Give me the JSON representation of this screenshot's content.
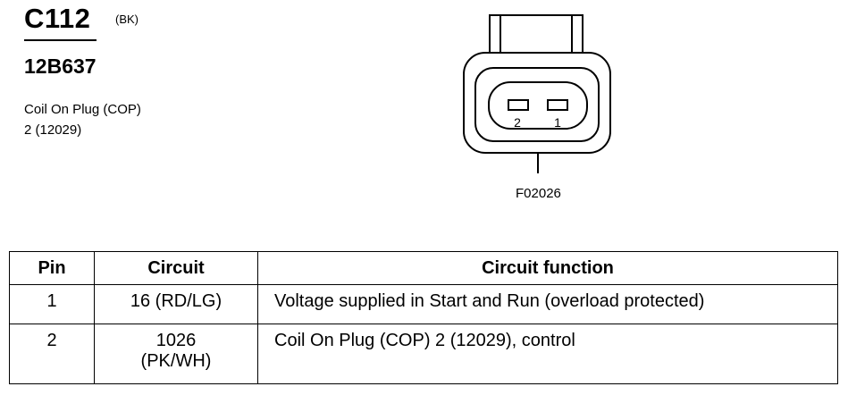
{
  "connector": {
    "id": "C112",
    "color_code": "(BK)",
    "part_number": "12B637",
    "description_line1": "Coil On Plug (COP)",
    "description_line2": "2 (12029)"
  },
  "diagram": {
    "pin_labels": [
      "2",
      "1"
    ],
    "figure_id": "F02026"
  },
  "table": {
    "headers": [
      "Pin",
      "Circuit",
      "Circuit function"
    ],
    "rows": [
      {
        "pin": "1",
        "circuit_line1": "16 (RD/LG)",
        "circuit_line2": "",
        "function": "Voltage supplied in Start and Run (overload protected)"
      },
      {
        "pin": "2",
        "circuit_line1": "1026",
        "circuit_line2": "(PK/WH)",
        "function": "Coil On Plug (COP) 2 (12029), control"
      }
    ]
  }
}
